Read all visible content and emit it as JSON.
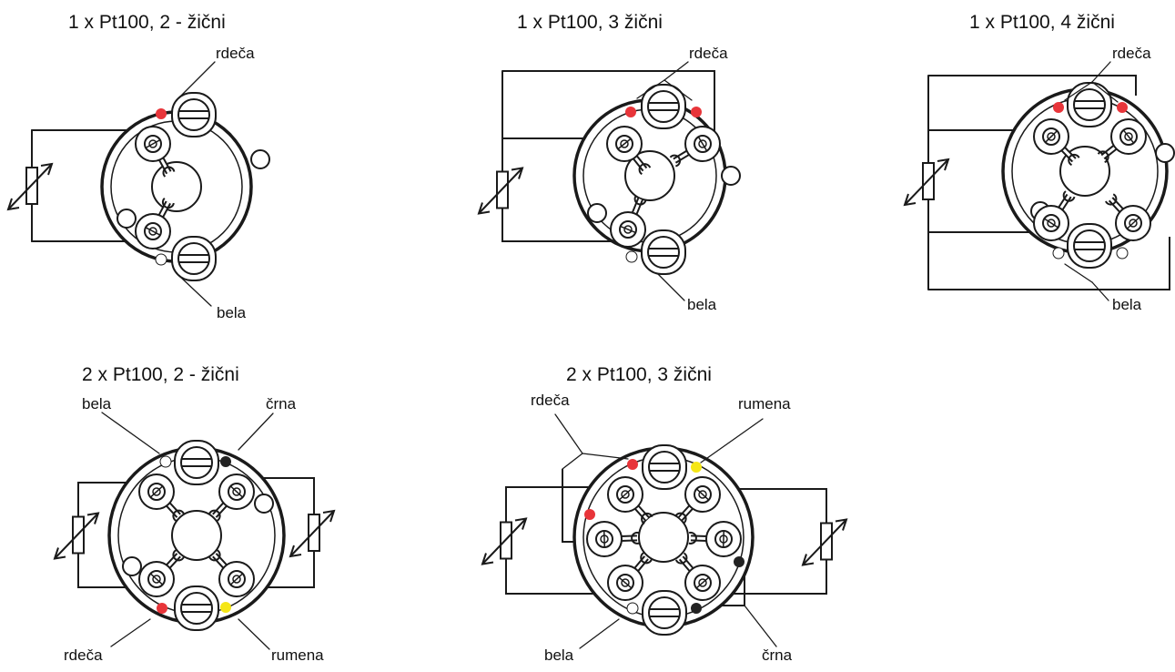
{
  "diagrams": [
    {
      "title": "1 x Pt100, 2 - žični",
      "labels": [
        "rdeča",
        "bela"
      ]
    },
    {
      "title": "1 x Pt100, 3 žični",
      "labels": [
        "rdeča",
        "bela"
      ]
    },
    {
      "title": "1 x Pt100, 4 žični",
      "labels": [
        "rdeča",
        "bela"
      ]
    },
    {
      "title": "2 x Pt100, 2 - žični",
      "labels": [
        "bela",
        "črna",
        "rdeča",
        "rumena"
      ]
    },
    {
      "title": "2 x Pt100, 3 žični",
      "labels": [
        "rdeča",
        "rumena",
        "bela",
        "črna"
      ]
    }
  ],
  "colors": {
    "red": "#e8353a",
    "yellow": "#f5e616",
    "black": "#222222",
    "white": "#ffffff",
    "line": "#1a1a1a"
  },
  "icons": [
    "resistor-icon",
    "terminal-screw-icon",
    "mounting-screw-icon",
    "wire-dot-icon"
  ]
}
